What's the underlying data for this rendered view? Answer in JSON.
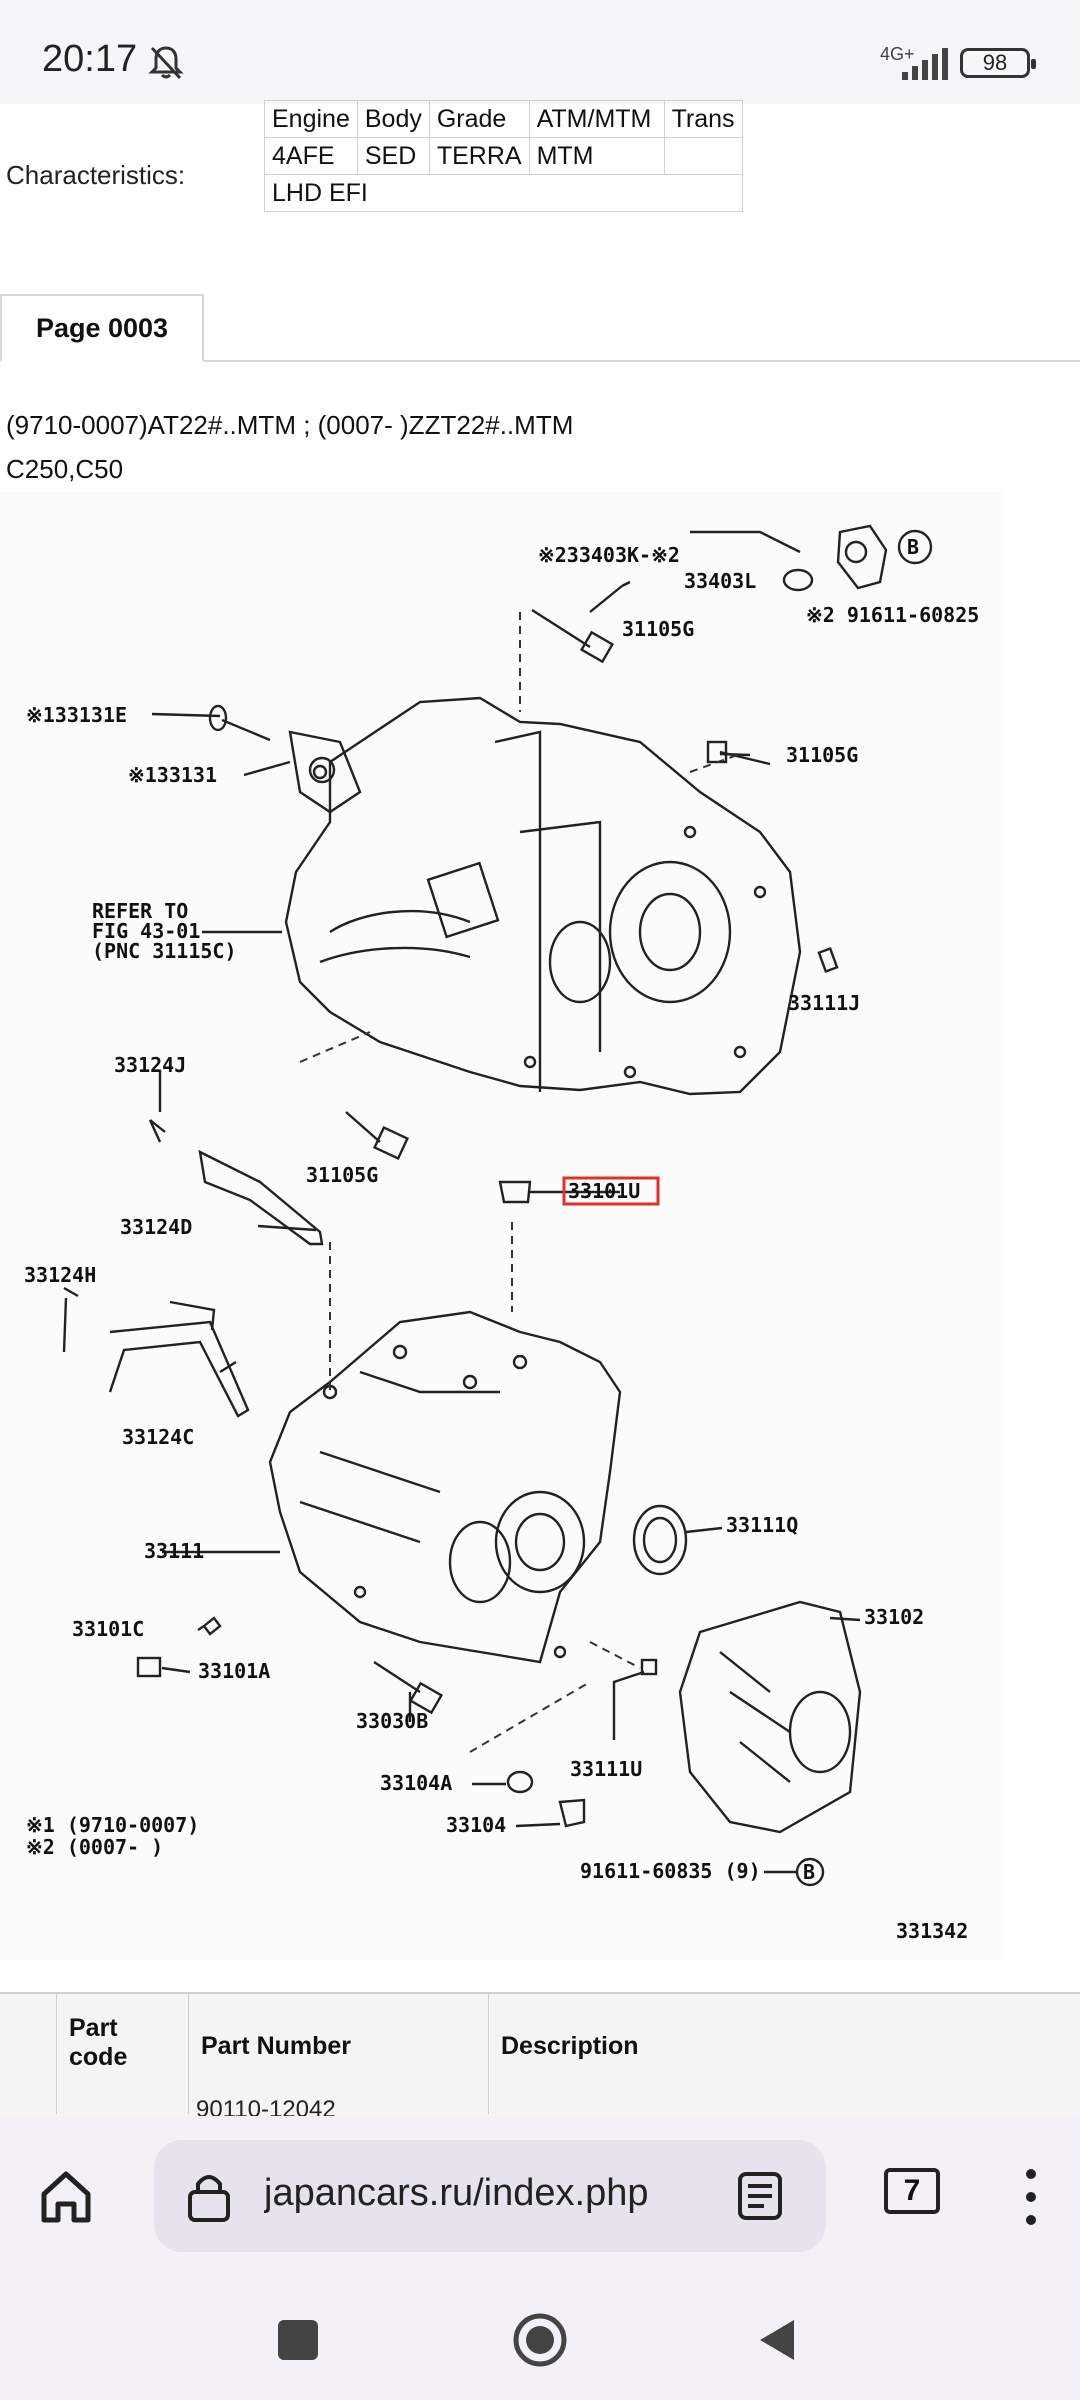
{
  "status": {
    "time": "20:17",
    "network": "4G+",
    "battery": "98"
  },
  "characteristics": {
    "label": "Characteristics:",
    "rows": [
      [
        "Engine",
        "Body",
        "Grade",
        "ATM/MTM",
        "Trans"
      ],
      [
        "4AFE",
        "SED",
        "TERRA",
        "MTM",
        ""
      ],
      [
        "LHD EFI"
      ]
    ]
  },
  "tab": {
    "label": "Page 0003"
  },
  "model": {
    "line1": "(9710-0007)AT22#..MTM ; (0007- )ZZT22#..MTM",
    "line2": "C250,C50"
  },
  "diagram": {
    "labels": {
      "l33403K": "※233403K-※2",
      "l33403L": "33403L",
      "l91611_60825": "※2 91611-60825",
      "lB1": "B",
      "l31105G_a": "31105G",
      "l33131E": "※133131E",
      "l31105G_b": "31105G",
      "l33131": "※133131",
      "refer1": "REFER TO",
      "refer2": "FIG 43-01",
      "refer3": "(PNC 31115C)",
      "l33111J": "33111J",
      "l33124J": "33124J",
      "l31105G_c": "31105G",
      "l33101U": "33101U",
      "l33124D": "33124D",
      "l33124H": "33124H",
      "l33124C": "33124C",
      "l33111Q": "33111Q",
      "l33111": "33111",
      "l33102": "33102",
      "l33101C": "33101C",
      "l33101A": "33101A",
      "l33030B": "33030B",
      "l33111U": "33111U",
      "l33104A": "33104A",
      "l33104": "33104",
      "note1": "※1 (9710-0007)",
      "note2": "※2 (0007-       )",
      "l91611_60835": "91611-60835 (9)",
      "lB2": "B",
      "code": "331342"
    },
    "highlight": "33101U"
  },
  "parts_table": {
    "headers": [
      "",
      "Part code",
      "Part Number",
      "Description"
    ],
    "next_row_partial": "90110-12042"
  },
  "browser": {
    "url": "japancars.ru/index.php",
    "tab_count": "7"
  },
  "icons": [
    "bell-off-icon",
    "signal-icon",
    "battery-icon",
    "home-icon",
    "lock-icon",
    "reader-mode-icon",
    "tabs-icon",
    "more-vert-icon",
    "recents-icon",
    "nav-home-icon",
    "back-icon"
  ]
}
